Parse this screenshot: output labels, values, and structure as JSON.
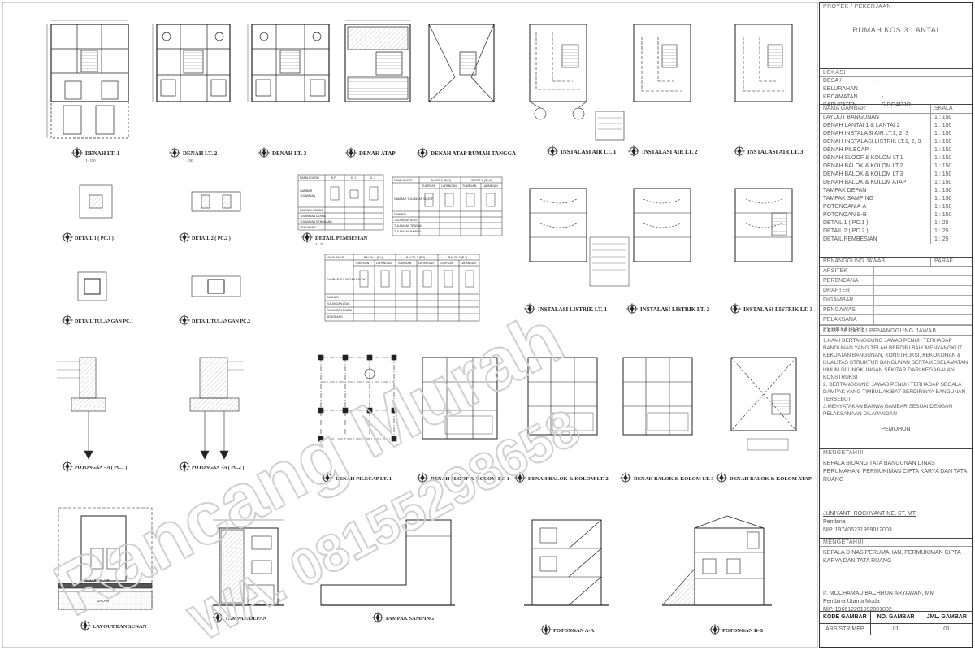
{
  "sheet": {
    "plans": {
      "lt1": "DENAH LT. 1",
      "lt2": "DENAH LT. 2",
      "lt3": "DENAH LT. 3",
      "atap": "DENAH ATAP",
      "atap_tangga": "DENAH ATAP RUMAH TANGGA",
      "scale": "1 : 150"
    },
    "instalasi_air": [
      "INSTALASI AIR LT. 1",
      "INSTALASI AIR LT. 2",
      "INSTALASI AIR LT. 3"
    ],
    "instalasi_listrik": [
      "INSTALASI LISTRIK LT. 1",
      "INSTALASI LISTRIK LT. 2",
      "INSTALASI LISTRIK LT. 3"
    ],
    "details": {
      "d1": "DETAIL 1 ( PC.1 )",
      "d2": "DETAIL 2 ( PC.2 )",
      "t1": "DETAIL TULANGAN PC.1",
      "t2": "DETAIL TULANGAN PC.2",
      "p1": "POTONGAN - A ( PC.1 )",
      "p2": "POTONGAN - A ( PC.2 )",
      "pembesian": "DETAIL PEMBESIAN",
      "scale_detail": "1 : 25"
    },
    "struktur": [
      "DENAH PILECAP LT. 1",
      "DENAH SLOOF & KOLOM LT. 1",
      "DENAH BALOK & KOLOM LT. 2",
      "DENAH BALOK & KOLOM LT. 3",
      "DENAH BALOK & KOLOM ATAP"
    ],
    "bottom": {
      "layout": "LAYOUT BANGUNAN",
      "tampak_depan": "TAMPAK DEPAN",
      "tampak_samping": "TAMPAK SAMPING",
      "potongan_a": "POTONGAN A-A",
      "potongan_b": "POTONGAN B-B",
      "jalan": "JALAN",
      "saluran": "SALURAN AIR"
    },
    "tables": {
      "kolom": {
        "headers": [
          "NAMA KOLOM",
          "K.P",
          "K. 1",
          "K. 2"
        ],
        "rows": [
          "GAMBAR",
          "TULANGAN",
          "DIMENSI KOLOM",
          "TULANGAN UTAMA",
          "TULANGAN SENGKANG",
          "SENGKANG"
        ]
      },
      "sloof": {
        "headers": [
          "NAMA SLOOF",
          "SLOOF 1 (SL.1)",
          "SLOOF 2 (SL.2)"
        ],
        "sub": [
          "TUMPUAN",
          "LAPANGAN",
          "TUMPUAN",
          "LAPANGAN"
        ],
        "rows": [
          "GAMBAR TULANGAN SLOOF",
          "DIMENSI",
          "TULANGAN ATAS",
          "TULANGAN TENGAH",
          "TULANGAN BAWAH",
          "SENGKANG"
        ]
      },
      "balok": {
        "headers": [
          "NAMA BALOK",
          "BALOK 1 (B.1)",
          "BALOK 2 (B.2)",
          "BALOK 3 (B.3)"
        ],
        "sub": [
          "TUMPUAN",
          "LAPANGAN",
          "TUMPUAN",
          "LAPANGAN",
          "TUMPUAN",
          "LAPANGAN"
        ],
        "rows": [
          "GAMBAR TULANGAN BALOK",
          "DIMENSI",
          "TULANGAN ATAS",
          "TULANGAN BAWAH",
          "SENGKANG"
        ]
      }
    },
    "watermark_1": "Rancang Murah",
    "watermark_2": "WA. 08155298658"
  },
  "title_block": {
    "proyek_label": "PROYEK / PEKERJAAN",
    "proyek": "RUMAH KOS 3 LANTAI",
    "lokasi_label": "LOKASI",
    "lokasi": [
      {
        "k": "DESA / KELURAHAN",
        "s": "-",
        "v": ""
      },
      {
        "k": "KECAMATAN",
        "s": "",
        "v": "-"
      },
      {
        "k": "KABUPATEN",
        "s": "",
        "v": "SIDOARJO"
      }
    ],
    "nama_gambar_label": "NAMA GAMBAR",
    "skala_label": "SKALA",
    "drawings": [
      {
        "name": "LAYOUT BANGUNAN",
        "scale": "1 : 150"
      },
      {
        "name": "DENAH LANTAI 1 & LANTAI 2",
        "scale": "1 : 150"
      },
      {
        "name": "DENAH INSTALASI AIR LT.1, 2, 3",
        "scale": "1 : 150"
      },
      {
        "name": "DENAH INSTALASI LISTRIK LT.1, 2, 3",
        "scale": "1 : 150"
      },
      {
        "name": "DENAH PILECAP",
        "scale": "1 : 150"
      },
      {
        "name": "DENAH SLOOF & KOLOM LT.1",
        "scale": "1 : 150"
      },
      {
        "name": "DENAH BALOK & KOLOM LT.2",
        "scale": "1 : 150"
      },
      {
        "name": "DENAH BALOK  & KOLOM LT.3",
        "scale": "1 : 150"
      },
      {
        "name": "DENAH BALOK & KOLOM ATAP",
        "scale": "1 : 150"
      },
      {
        "name": "TAMPAK DEPAN",
        "scale": "1 : 150"
      },
      {
        "name": "TAMPAK SAMPING",
        "scale": "1 : 150"
      },
      {
        "name": "POTONGAN A-A",
        "scale": "1 : 150"
      },
      {
        "name": "POTONGAN B-B",
        "scale": "1 : 150"
      },
      {
        "name": "DETAIL 1 ( PC.1 )",
        "scale": "1 : 25"
      },
      {
        "name": "DETAIL 2 ( PC.2 )",
        "scale": "1 : 25"
      },
      {
        "name": "DETAIL PEMBESIAN",
        "scale": "1 : 25"
      }
    ],
    "pj_label": "PENANGGUNG JAWAB",
    "paraf_label": "PARAF",
    "pj_rows": [
      "ARSITEK",
      "PERENCANA",
      "DRAFTER",
      "DIGAMBAR",
      "PENGAWAS",
      "PELAKSANA"
    ],
    "pernyataan_label": "PERNYATAAN",
    "pernyataan_intro": "KAMI SEBAGAI PENANGGUNG JAWAB",
    "pernyataan": [
      "1.KAMI BERTANGGUNG JAWAB PENUH TERHADAP BANGUNAN YANG TELAH BERDIRI BAIK MENYANGKUT KEKUATAN BANGUNAN, KONSTRUKSI, KEKOKOHAN & KUALITAS STRUKTUR BANGUNAN SERTA KESELAMATAN UMUM DI LINGKUNGAN SEKITAR DARI KEGAGALAN KONSTRUKSI",
      "2. BERTANGGUNG JAWAB PENUH TERHADAP SEGALA DAMPAK YANG TIMBUL AKIBAT BERDIRINYA BANGUNAN TERSEBUT",
      "3.MENYATAKAN BAHWA GAMBAR SESUAI DENGAN PELAKSANAAN DILAPANGAN"
    ],
    "pemohon": "PEMOHON",
    "mengetahui_label": "MENGETAHUI",
    "m1_title": "KEPALA BIDANG TATA BANGUNAN DINAS PERUMAHAN, PERMUKIMAN CIPTA KARYA DAN TATA RUANG",
    "m1_name": "JUNIYANTI ROCHYANTINE, ST, MT",
    "m1_rank": "Pembina",
    "m1_nip": "NIP. 197406231999012003",
    "m2_title": "KEPALA DINAS PERUMAHAN, PERMUKIMAN CIPTA KARYA DAN TATA RUANG",
    "m2_name": "Ir. MOCHAMAD BACHRUN ARYAWAN, MM",
    "m2_rank": "Pembina Utama Muda",
    "m2_nip": "NIP. 196612281992081002",
    "kode_label": "KODE GAMBAR",
    "no_label": "NO. GAMBAR",
    "jml_label": "JML. GAMBAR",
    "kode": "ARS/STR/MEP",
    "no": "01",
    "jml": "01"
  }
}
